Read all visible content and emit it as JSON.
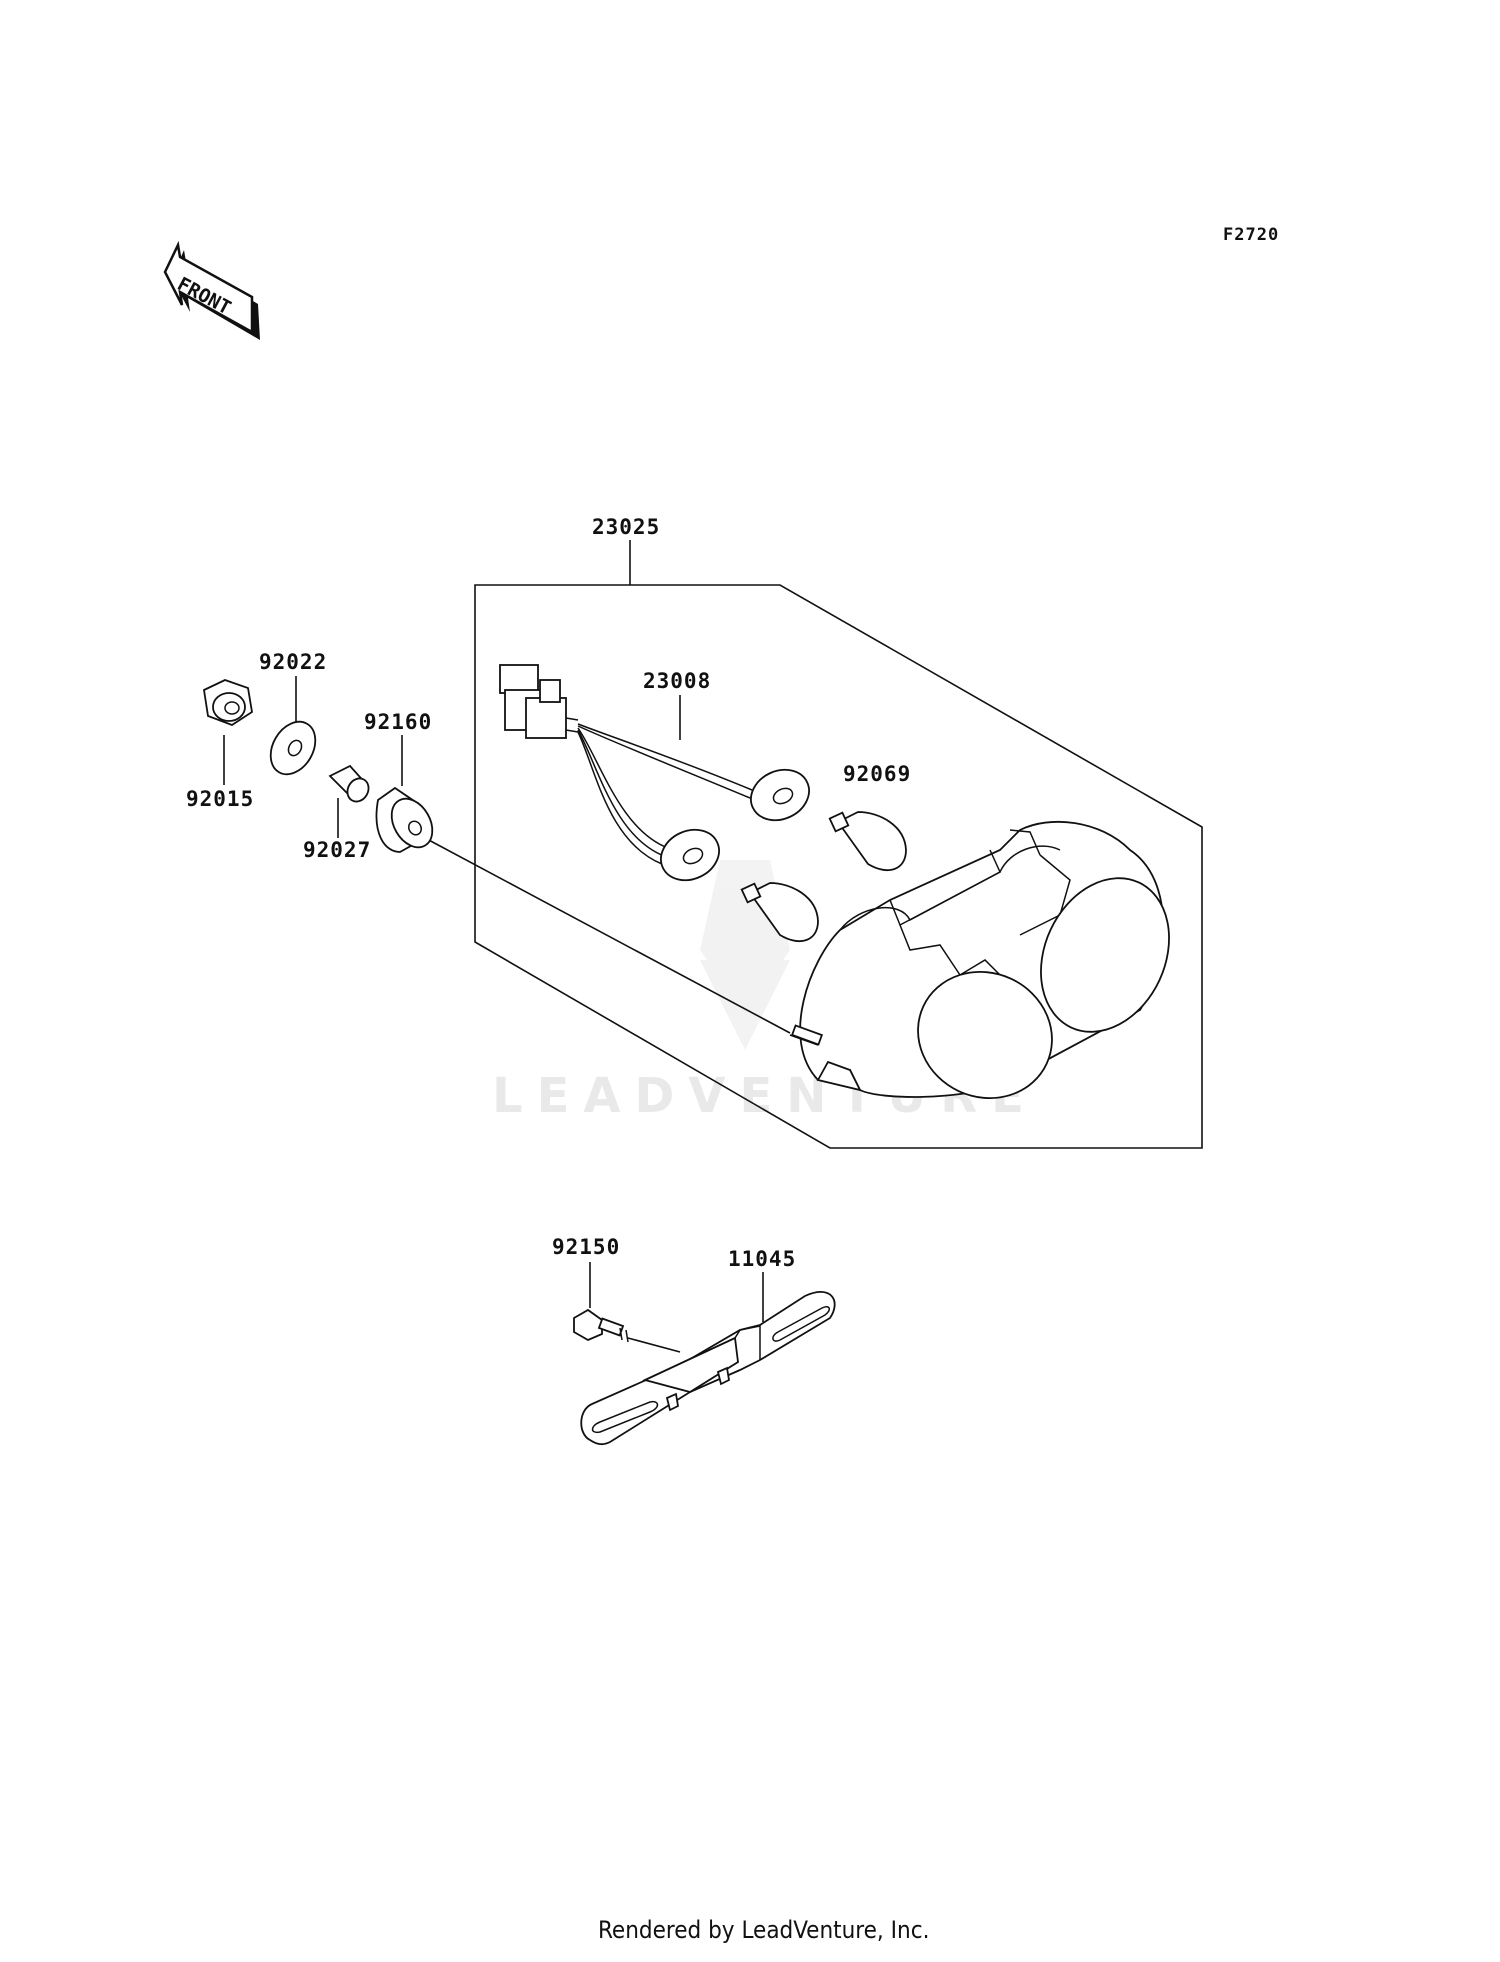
{
  "diagram": {
    "code": "F2720",
    "front_badge": "FRONT",
    "watermark": "LEADVENTURE",
    "footer": "Rendered by LeadVenture, Inc."
  },
  "parts": [
    {
      "number": "23025"
    },
    {
      "number": "92022"
    },
    {
      "number": "23008"
    },
    {
      "number": "92160"
    },
    {
      "number": "92069"
    },
    {
      "number": "92015"
    },
    {
      "number": "92027"
    },
    {
      "number": "92150"
    },
    {
      "number": "11045"
    }
  ],
  "colors": {
    "ink": "#111111",
    "watermark": "#e9e9e9",
    "background": "#ffffff"
  }
}
